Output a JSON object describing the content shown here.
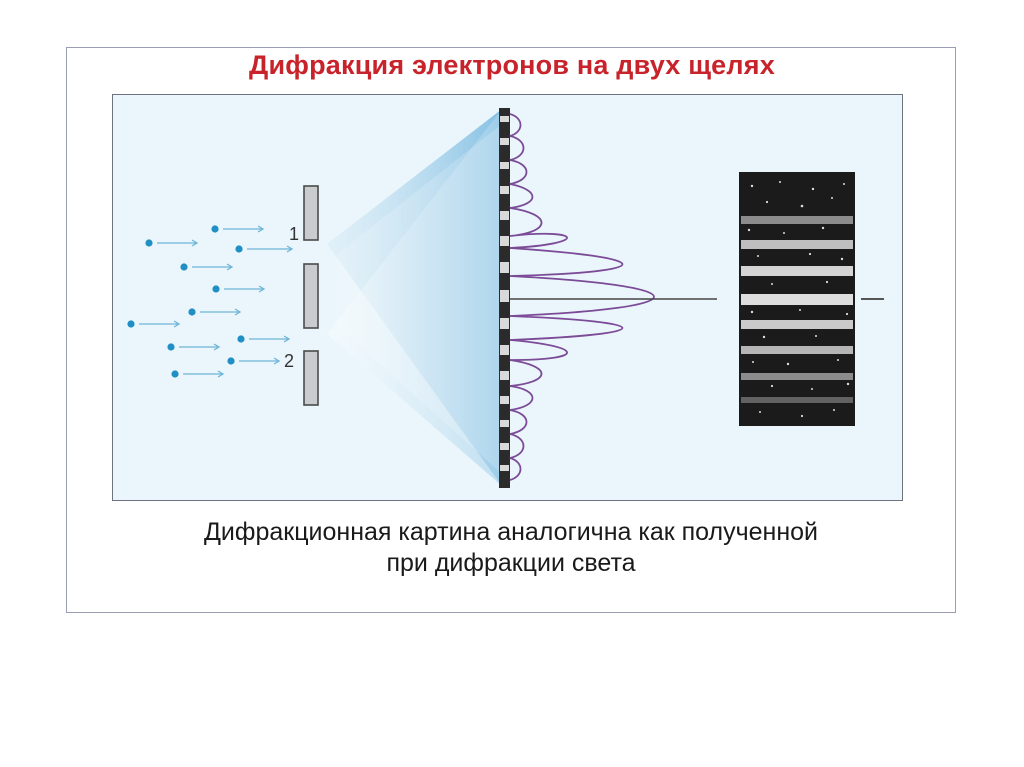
{
  "slide": {
    "title": "Дифракция электронов на двух щелях",
    "caption_line1": "Дифракционная картина аналогична как полученной",
    "caption_line2": "при дифракции света"
  },
  "diagram": {
    "slit_labels": [
      "1",
      "2"
    ],
    "colors": {
      "title": "#c8232b",
      "figure_background": "#eaf6fb",
      "electron": "#1f8fc4",
      "arrow": "#6fb5d8",
      "beam": "#8fc6e4",
      "intensity_curve": "#7b4b97",
      "screen": "#2b2b2b",
      "pattern_background": "#1b1b1b"
    },
    "icons": [
      "electron-dot-icon",
      "arrow-icon"
    ]
  }
}
